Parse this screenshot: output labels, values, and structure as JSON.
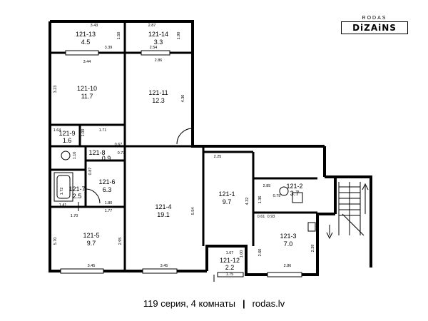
{
  "logo": {
    "top": "RODAS",
    "main": "DiZAiNS"
  },
  "caption": {
    "series": "119 серия, 4 комнаты",
    "separator": "|",
    "site": "rodas.lv"
  },
  "rooms": [
    {
      "id": "121-13",
      "area": "4.5"
    },
    {
      "id": "121-14",
      "area": "3.3"
    },
    {
      "id": "121-10",
      "area": "11.7"
    },
    {
      "id": "121-11",
      "area": "12.3"
    },
    {
      "id": "121-9",
      "area": "1.6"
    },
    {
      "id": "121-8",
      "area": "0.9"
    },
    {
      "id": "121-6",
      "area": "6.3"
    },
    {
      "id": "121-7",
      "area": "2.5"
    },
    {
      "id": "121-5",
      "area": "9.7"
    },
    {
      "id": "121-4",
      "area": "19.1"
    },
    {
      "id": "121-1",
      "area": "9.7"
    },
    {
      "id": "121-2",
      "area": "3.7"
    },
    {
      "id": "121-3",
      "area": "7.0"
    },
    {
      "id": "121-12",
      "area": "2.2"
    }
  ],
  "dimensions": {
    "d343": "3.43",
    "d287": "2.87",
    "d339": "3.39",
    "d254": "2.54",
    "d150": "1.50",
    "d190": "1.90",
    "d344": "3.44",
    "d286": "2.86",
    "d323": "3.23",
    "d430": "4.30",
    "d164": "1.64",
    "d100": "1.00",
    "d171": "1.71",
    "d067": "0.67",
    "d073": "0.73",
    "d116": "1.16",
    "d087": "0.87",
    "d172": "1.72",
    "d141": "1.41",
    "d180": "1.80",
    "d177": "1.77",
    "d170": "1.70",
    "d570": "5.70",
    "d295": "2.95",
    "d345a": "3.45",
    "d345b": "3.45",
    "d554": "5.54",
    "d225": "2.25",
    "d432": "4.32",
    "d285": "2.85",
    "d136": "1.36",
    "d079": "0.79",
    "d061": "0.61",
    "d093": "0.93",
    "d260": "2.60",
    "d239": "2.39",
    "d167": "1.67",
    "d100b": "1.00",
    "d175": "1.75",
    "d286b": "2.86"
  }
}
